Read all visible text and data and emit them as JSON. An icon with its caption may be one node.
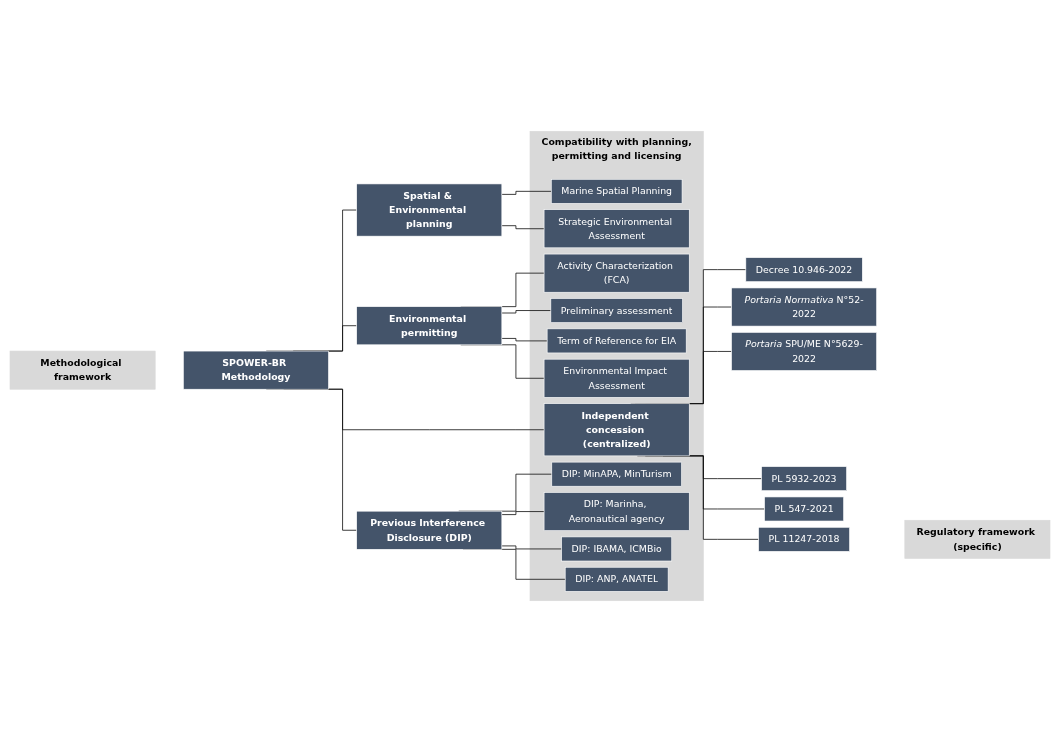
{
  "diagram": {
    "nodes": [
      {
        "text": [
          "Methodological framework"
        ]
      },
      {
        "text": [
          "Compatibility with planning, permitting and licensing"
        ]
      },
      {
        "text": [
          "Regulatory framework (specific)"
        ]
      },
      {
        "text": [
          "SPOWER-BR Methodology"
        ]
      },
      {
        "text": [
          "Spatial & Environmental planning"
        ]
      },
      {
        "text": [
          "Marine Spatial Planning"
        ],
        "in": 1
      },
      {
        "text": [
          "Strategic Environmental Assessment"
        ],
        "in": 1
      },
      {
        "text": [
          "Environmental permitting"
        ]
      },
      {
        "text": [
          "Activity Characterization (FCA)"
        ],
        "in": 1
      },
      {
        "text": [
          "Preliminary assessment"
        ],
        "in": 1
      },
      {
        "text": [
          "Term of Reference for EIA"
        ],
        "in": 1
      },
      {
        "text": [
          "Environmental Impact Assessment"
        ],
        "in": 1
      },
      {
        "text": [
          "Independent concession (centralized)"
        ],
        "in": 1
      },
      {
        "text": [
          "Decree 10.946-2022"
        ]
      },
      {
        "text": [
          "*Portaria Normativa* N°52-2022"
        ]
      },
      {
        "text": [
          "*Portaria* SPU/ME N°5629-2022"
        ]
      },
      {
        "text": [
          "PL 5932-2023"
        ]
      },
      {
        "text": [
          "PL 547-2021"
        ]
      },
      {
        "text": [
          "PL 11247-2018"
        ]
      },
      {
        "text": [
          "Previous Interference Disclosure (DIP)"
        ]
      },
      {
        "text": [
          "DIP: MinAPA, MinTurism"
        ],
        "in": 1
      },
      {
        "text": [
          "DIP: Marinha, Aeronautical agency"
        ],
        "in": 1
      },
      {
        "text": [
          "DIP: IBAMA, ICMBio"
        ],
        "in": 1
      },
      {
        "text": [
          "DIP: ANP, ANATEL"
        ],
        "in": 1
      }
    ],
    "edges": [
      {
        "from": 3,
        "to": 4,
        "arrow": "none"
      },
      {
        "from": 3,
        "to": 7,
        "arrow": "none"
      },
      {
        "from": 3,
        "to": 12,
        "arrow": "none"
      },
      {
        "from": 3,
        "to": 19,
        "arrow": "none"
      },
      {
        "from": 4,
        "to": 5,
        "arrow": "none"
      },
      {
        "from": 4,
        "to": 6,
        "arrow": "none"
      },
      {
        "from": 7,
        "to": 8,
        "arrow": "none"
      },
      {
        "from": 7,
        "to": 9,
        "arrow": "none"
      },
      {
        "from": 7,
        "to": 10,
        "arrow": "none"
      },
      {
        "from": 7,
        "to": 11,
        "arrow": "none"
      },
      {
        "from": 12,
        "to": 13,
        "arrow": "none"
      },
      {
        "from": 12,
        "to": 14,
        "arrow": "none"
      },
      {
        "from": 12,
        "to": 15,
        "arrow": "none"
      },
      {
        "from": 12,
        "to": 16,
        "arrow": "none"
      },
      {
        "from": 12,
        "to": 17,
        "arrow": "none"
      },
      {
        "from": 12,
        "to": 18,
        "arrow": "none"
      },
      {
        "from": 19,
        "to": 20,
        "arrow": "none"
      },
      {
        "from": 19,
        "to": 21,
        "arrow": "none"
      },
      {
        "from": 19,
        "to": 22,
        "arrow": "none"
      },
      {
        "from": 19,
        "to": 23,
        "arrow": "none"
      }
    ]
  }
}
